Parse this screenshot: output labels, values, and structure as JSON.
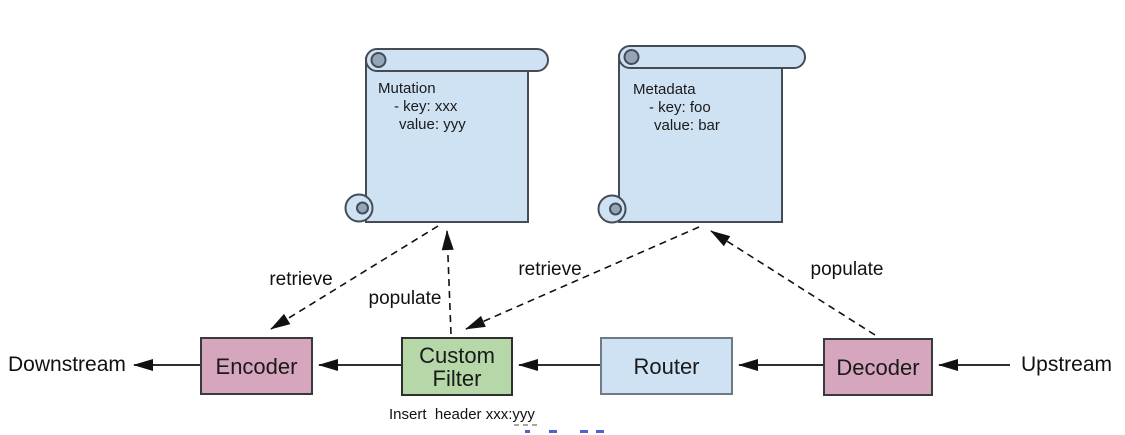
{
  "colors": {
    "scroll_fill": "#cfe2f3",
    "scroll_stroke": "#454c56",
    "scroll_curl": "#93a5b8",
    "router_fill": "#cfe2f3",
    "router_stroke": "#6e7b87",
    "codec_fill": "#d5a6bd",
    "codec_stroke": "#3a3a3a",
    "filter_fill": "#b6d7a8",
    "filter_stroke": "#2f2f2f",
    "line_color": "#111111",
    "fragment_blue": "#4f63cf"
  },
  "notes": {
    "mutation": {
      "title": "Mutation",
      "key": "- key: xxx",
      "value": "value: yyy"
    },
    "metadata": {
      "title": "Metadata",
      "key": "- key: foo",
      "value": "value: bar"
    }
  },
  "nodes": {
    "encoder": "Encoder",
    "custom_filter": "Custom Filter",
    "router": "Router",
    "decoder": "Decoder"
  },
  "endpoints": {
    "downstream": "Downstream",
    "upstream": "Upstream"
  },
  "edge_labels": {
    "retrieve_left": "retrieve",
    "populate_left": "populate",
    "retrieve_right": "retrieve",
    "populate_right": "populate"
  },
  "caption": {
    "insert_header": "Insert  header xxx:yyy"
  }
}
